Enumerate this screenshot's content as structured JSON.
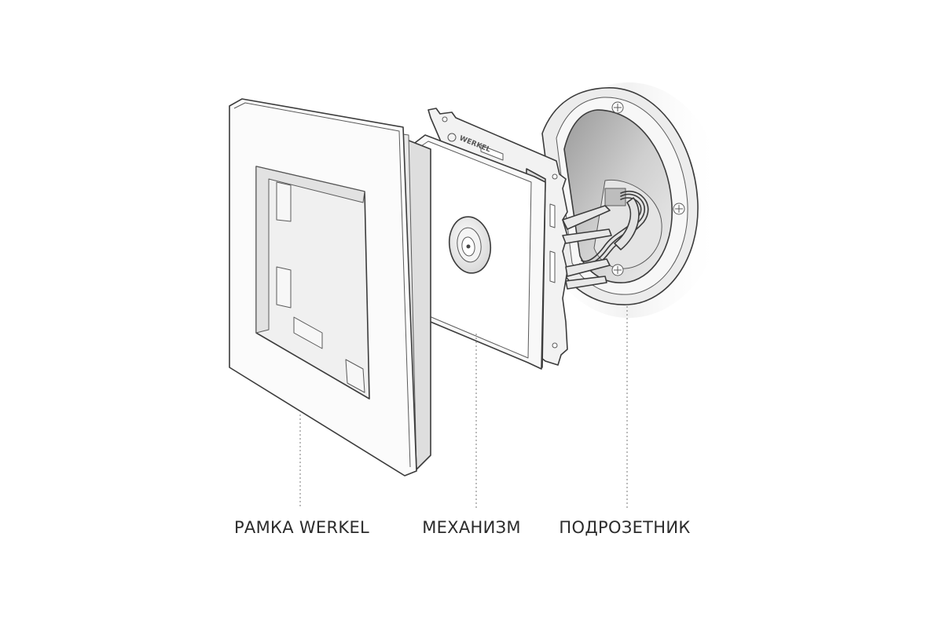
{
  "labels": {
    "frame": "РАМКА WERKEL",
    "mechanism": "МЕХАНИЗМ",
    "backbox": "ПОДРОЗЕТНИК"
  },
  "logo_text": "WERKEL",
  "colors": {
    "background": "#ffffff",
    "outline": "#3c3c3c",
    "surface": "#f4f4f4",
    "shade": "#d6d6d6",
    "text": "#2b2b2b"
  }
}
